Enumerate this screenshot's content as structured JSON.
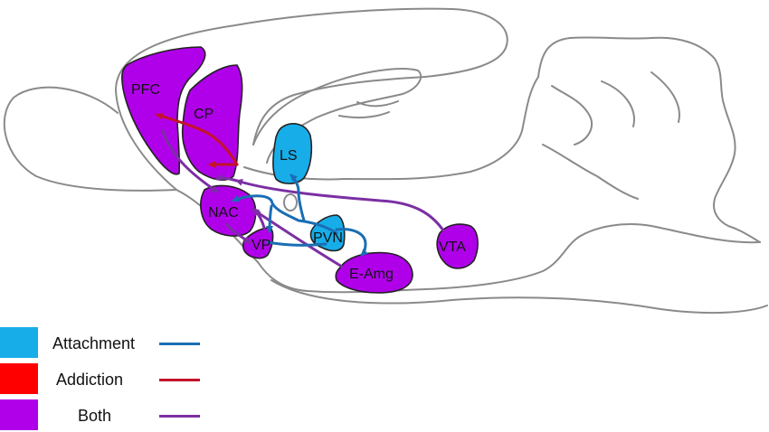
{
  "regions": {
    "pfc": "PFC",
    "cp": "CP",
    "ls": "LS",
    "nac": "NAC",
    "pvn": "PVN",
    "vp": "VP",
    "vta": "VTA",
    "eamg": "E-Amg"
  },
  "colors": {
    "attachment_fill": "#17ade8",
    "addiction_fill": "#ff0000",
    "both_fill": "#b000ea",
    "attachment_line": "#1a6eb4",
    "addiction_line": "#c4122b",
    "both_line": "#7b2fa3",
    "outline": "#8a8a8a"
  },
  "legend": [
    {
      "label": "Attachment",
      "key": "attachment"
    },
    {
      "label": "Addiction",
      "key": "addiction"
    },
    {
      "label": "Both",
      "key": "both"
    }
  ]
}
